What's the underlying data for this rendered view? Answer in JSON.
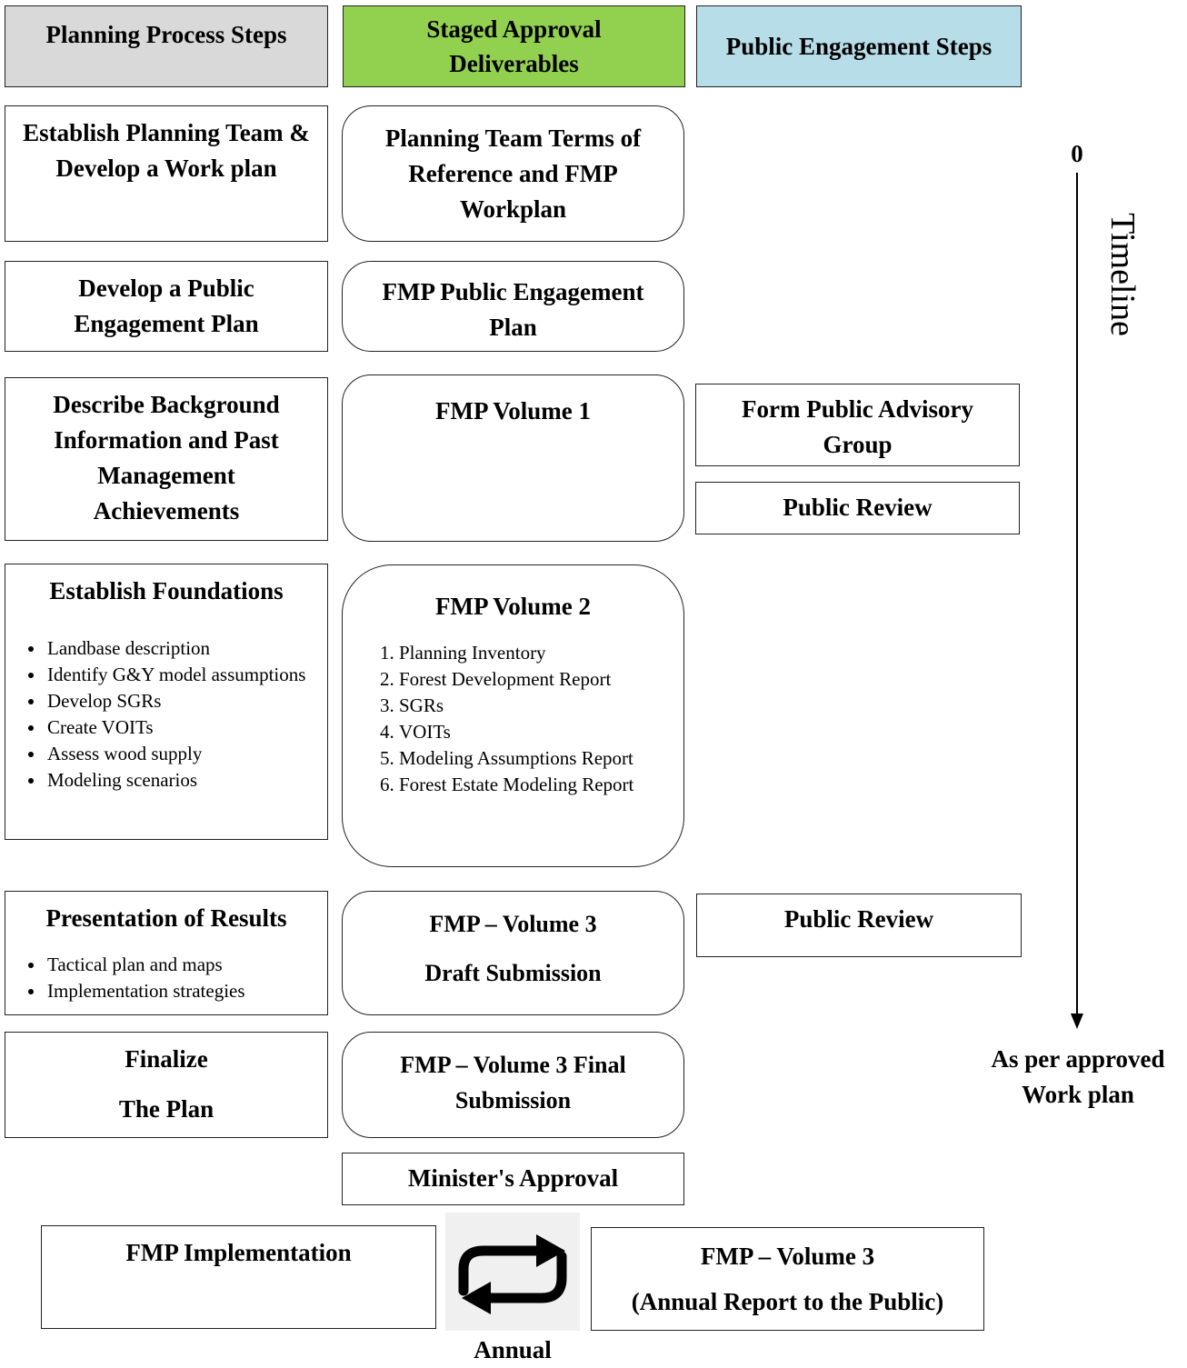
{
  "headers": {
    "planning": "Planning Process Steps",
    "deliverables": "Staged Approval Deliverables",
    "public": "Public Engagement Steps"
  },
  "colors": {
    "planning_header": "#d9d9d9",
    "deliverables_header": "#92d050",
    "public_header": "#b7dde8"
  },
  "steps": [
    {
      "title": "Establish Planning Team & Develop a Work plan"
    },
    {
      "title": "Develop a Public Engagement Plan"
    },
    {
      "title": "Describe Background Information and Past Management Achievements"
    },
    {
      "title": "Establish Foundations",
      "bullets": [
        "Landbase description",
        "Identify G&Y model assumptions",
        "Develop SGRs",
        "Create VOITs",
        "Assess wood supply",
        "Modeling scenarios"
      ]
    },
    {
      "title": "Presentation of Results",
      "bullets": [
        "Tactical plan and maps",
        "Implementation strategies"
      ]
    },
    {
      "title_line1": "Finalize",
      "title_line2": "The Plan"
    }
  ],
  "deliverables": [
    {
      "title": "Planning Team Terms of Reference and FMP Workplan"
    },
    {
      "title": "FMP Public Engagement Plan"
    },
    {
      "title": "FMP Volume 1"
    },
    {
      "title": "FMP Volume 2",
      "items": [
        "Planning Inventory",
        "Forest Development Report",
        "SGRs",
        "VOITs",
        "Modeling Assumptions Report",
        "Forest Estate Modeling Report"
      ]
    },
    {
      "title_line1": "FMP – Volume 3",
      "title_line2": "Draft Submission"
    },
    {
      "title": "FMP – Volume 3 Final Submission"
    },
    {
      "title": "Minister's Approval"
    }
  ],
  "public_steps": [
    {
      "title": "Form Public Advisory Group"
    },
    {
      "title": "Public Review"
    },
    {
      "title": "Public Review"
    }
  ],
  "timeline": {
    "start": "0",
    "label": "Timeline",
    "end": "As per approved Work plan"
  },
  "bottom": {
    "implementation": "FMP Implementation",
    "report_line1": "FMP – Volume 3",
    "report_line2": "(Annual Report to the Public)",
    "cycle_label": "Annual",
    "cycle_icon": "repeat-icon"
  }
}
